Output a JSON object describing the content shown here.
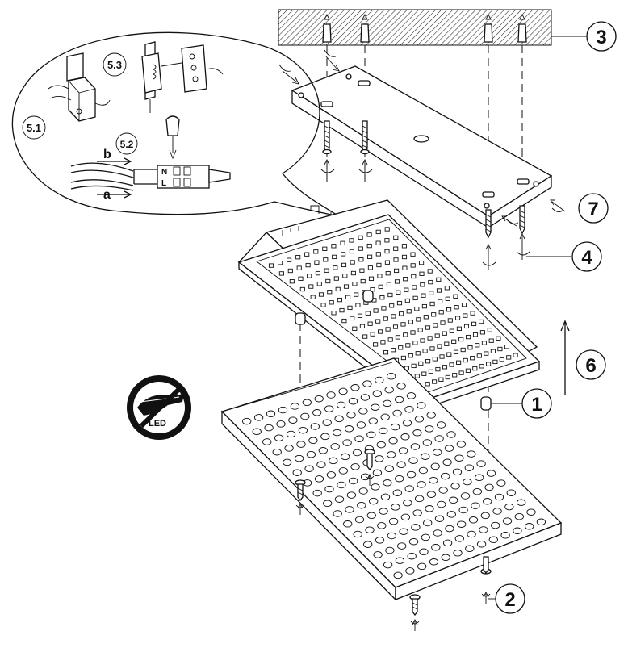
{
  "callouts": [
    {
      "id": "1",
      "text": "1"
    },
    {
      "id": "2",
      "text": "2"
    },
    {
      "id": "3",
      "text": "3"
    },
    {
      "id": "4",
      "text": "4"
    },
    {
      "id": "6",
      "text": "6"
    },
    {
      "id": "7",
      "text": "7"
    }
  ],
  "detail": {
    "step_5_1": "5.1",
    "step_5_2": "5.2",
    "step_5_3": "5.3",
    "wire_a": "a",
    "wire_b": "b",
    "terminal_n": "N",
    "terminal_l": "L"
  },
  "warning_symbol": {
    "text": "LED",
    "icon": "no-touch-led-icon"
  },
  "colors": {
    "line": "#111111",
    "background": "#ffffff"
  }
}
